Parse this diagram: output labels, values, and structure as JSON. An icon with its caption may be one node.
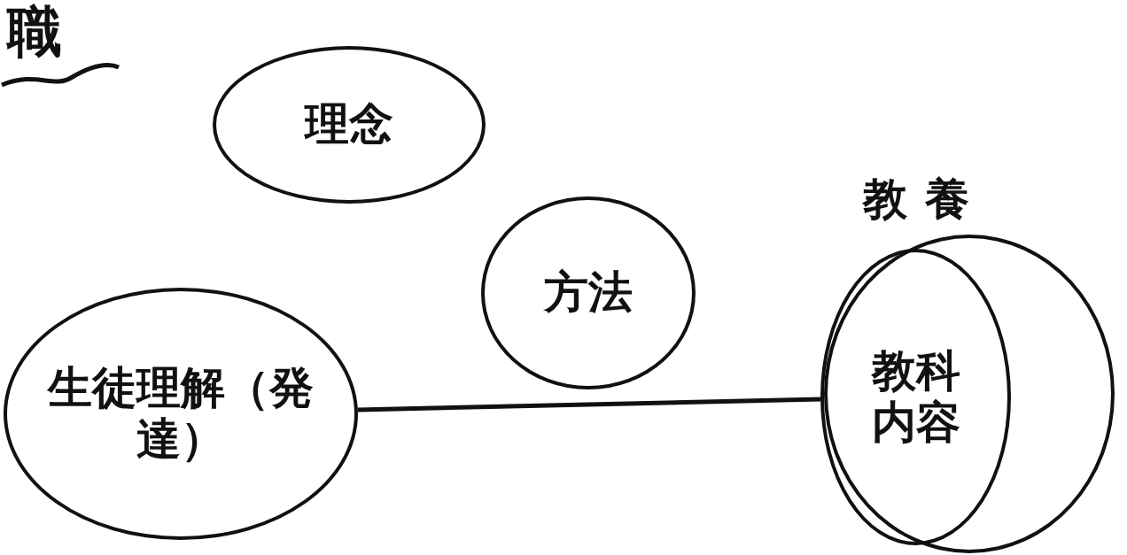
{
  "diagram": {
    "nodes": [
      {
        "text": [
          "理念"
        ]
      },
      {
        "text": [
          "方法"
        ]
      },
      {
        "text": [
          "生徒理解（発達）"
        ]
      },
      {
        "text": [
          "教養"
        ]
      },
      {
        "text": [
          "教科内容"
        ],
        "in": 3
      }
    ],
    "edges": [
      {
        "from": 2,
        "to": 4,
        "arrow": "none"
      }
    ],
    "labels": [
      "職"
    ]
  }
}
